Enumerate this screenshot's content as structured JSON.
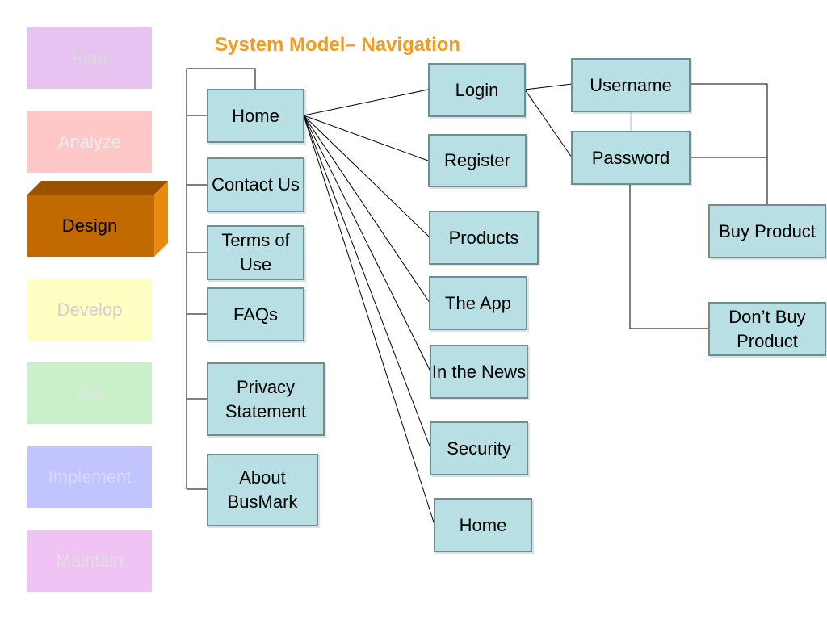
{
  "title": "System Model– Navigation",
  "phases": {
    "plan": "Plan",
    "analyze": "Analyze",
    "design": "Design",
    "develop": "Develop",
    "test": "Test",
    "implement": "Implement",
    "maintain": "Maintain"
  },
  "active_phase": "Design",
  "colors": {
    "title": "#f39c1f",
    "node_fill": "#b7dfe4",
    "node_border": "#6d8f94",
    "design_front": "#c06a00",
    "design_top": "#9a5200",
    "design_side": "#e88a10"
  },
  "nodes": {
    "home": "Home",
    "contact_us": "Contact Us",
    "terms_of_use": "Terms of Use",
    "faqs": "FAQs",
    "privacy_statement": "Privacy Statement",
    "about_busmark": "About BusMark",
    "login": "Login",
    "register": "Register",
    "products": "Products",
    "the_app": "The App",
    "in_the_news": "In the News",
    "security": "Security",
    "home_2": "Home",
    "username": "Username",
    "password": "Password",
    "buy_product": "Buy Product",
    "dont_buy_product": "Don’t Buy Product"
  }
}
